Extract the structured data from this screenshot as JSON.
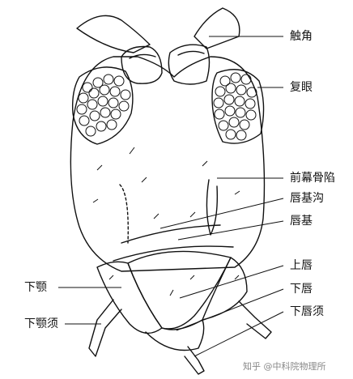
{
  "labels": {
    "antenna": "触角",
    "compound_eye": "复眼",
    "anterior_tentorial_pit": "前幕骨陷",
    "clypeal_suture": "唇基沟",
    "clypeus": "唇基",
    "labrum": "上唇",
    "mandible": "下颚",
    "labium": "下唇",
    "maxillary_palp": "下颚须",
    "labial_palp": "下唇须"
  },
  "watermark": "知乎 @中科院物理所"
}
